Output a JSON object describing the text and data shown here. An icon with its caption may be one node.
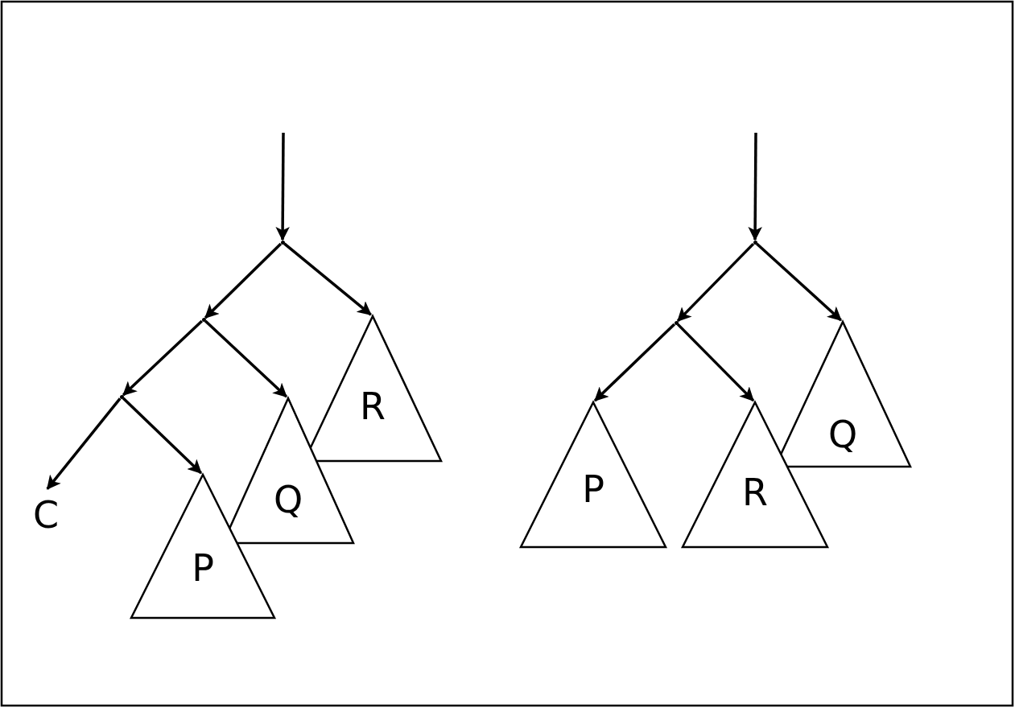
{
  "diagram": {
    "nodes": [
      {
        "text": [],
        "shape": "point"
      },
      {
        "text": [],
        "shape": "point"
      },
      {
        "text": [
          "R"
        ]
      },
      {
        "text": [],
        "shape": "point"
      },
      {
        "text": [
          "Q"
        ]
      },
      {
        "text": [
          "C"
        ]
      },
      {
        "text": [
          "P"
        ]
      },
      {
        "text": [],
        "shape": "point"
      },
      {
        "text": [],
        "shape": "point"
      },
      {
        "text": [
          "Q"
        ]
      },
      {
        "text": [
          "P"
        ]
      },
      {
        "text": [
          "R"
        ]
      }
    ],
    "edges": [
      {
        "from": null,
        "to": 0,
        "arrow": "to"
      },
      {
        "from": 0,
        "to": 1,
        "arrow": "to"
      },
      {
        "from": 0,
        "to": 2,
        "arrow": "to"
      },
      {
        "from": 1,
        "to": 3,
        "arrow": "to"
      },
      {
        "from": 1,
        "to": 4,
        "arrow": "to"
      },
      {
        "from": 3,
        "to": 5,
        "arrow": "to"
      },
      {
        "from": 3,
        "to": 6,
        "arrow": "to"
      },
      {
        "from": null,
        "to": 7,
        "arrow": "to"
      },
      {
        "from": 7,
        "to": 8,
        "arrow": "to"
      },
      {
        "from": 7,
        "to": 9,
        "arrow": "to"
      },
      {
        "from": 8,
        "to": 10,
        "arrow": "to"
      },
      {
        "from": 8,
        "to": 11,
        "arrow": "to"
      }
    ]
  }
}
